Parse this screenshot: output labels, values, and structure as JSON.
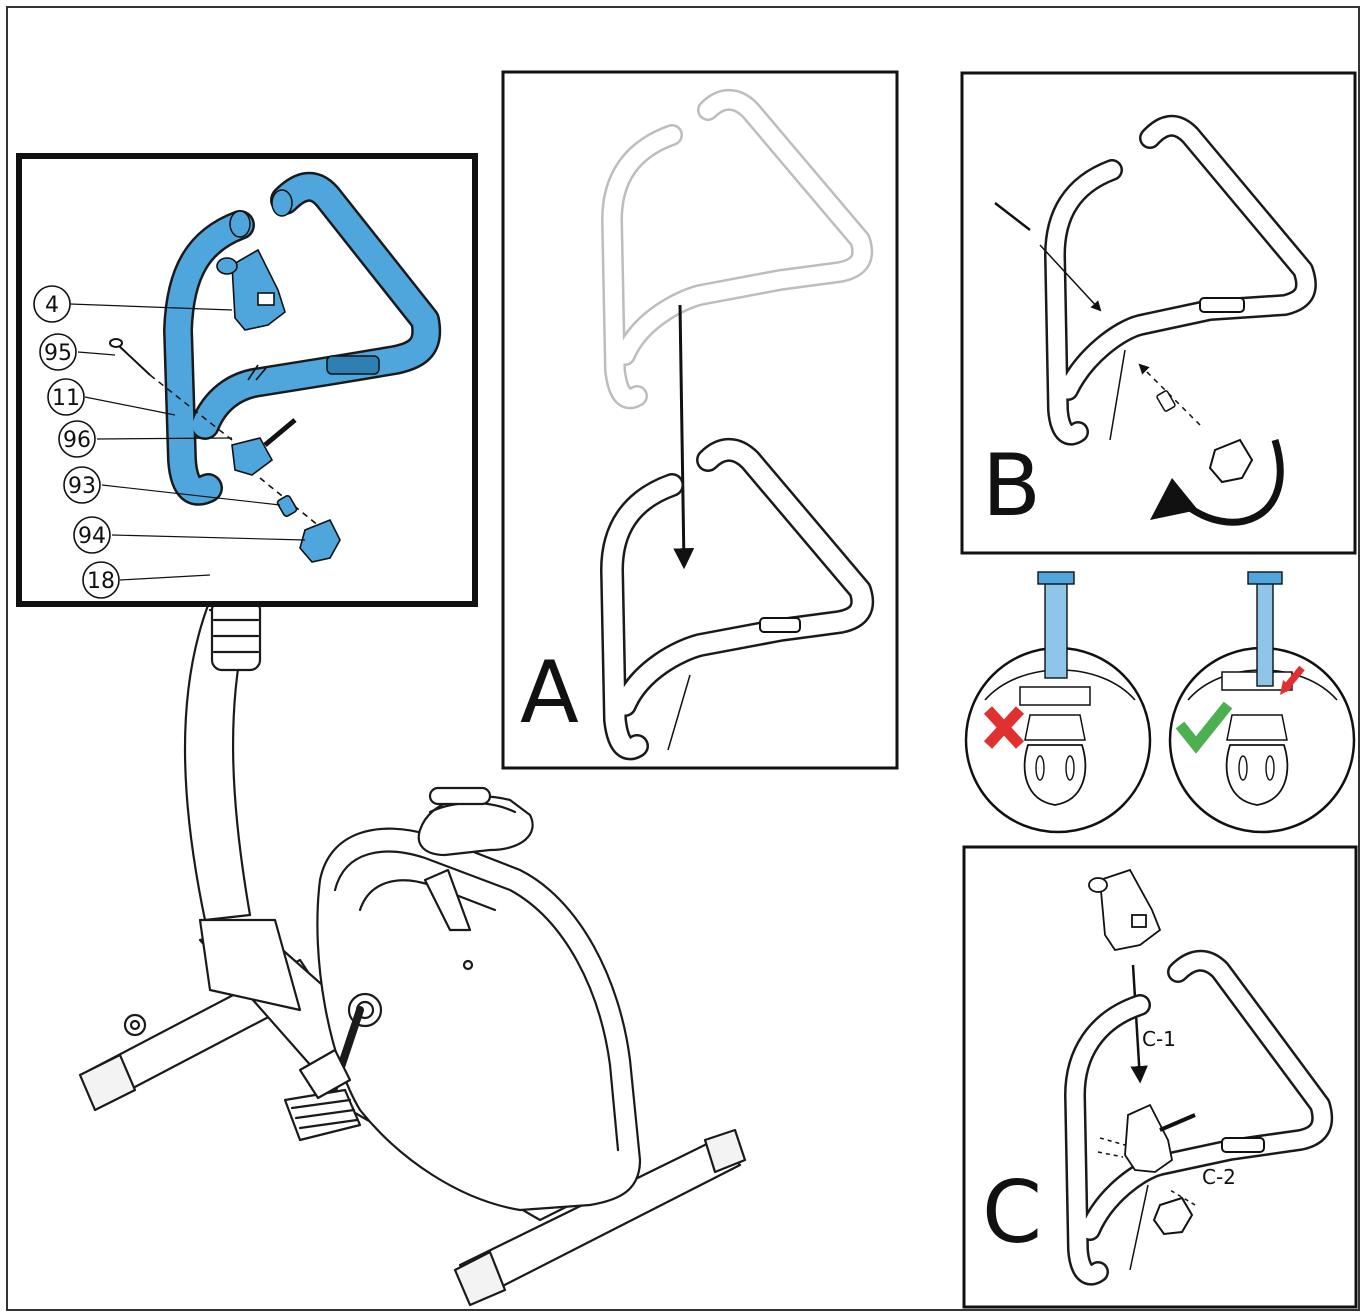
{
  "colors": {
    "line": "#1a1a1a",
    "handlebar_blue": "#4fa6dc",
    "ribbon_blue": "#8ec5e8",
    "wrong_red": "#e03030",
    "right_green": "#4caf50",
    "ghost": "#bdbdbd"
  },
  "callouts": [
    "4",
    "95",
    "11",
    "96",
    "93",
    "94",
    "18"
  ],
  "panels": {
    "a": {
      "letter": "A"
    },
    "b": {
      "letter": "B"
    },
    "c": {
      "letter": "C",
      "step1": "C-1",
      "step2": "C-2"
    }
  },
  "check": {
    "wrong_icon": "cross-icon",
    "right_icon": "checkmark-icon"
  }
}
